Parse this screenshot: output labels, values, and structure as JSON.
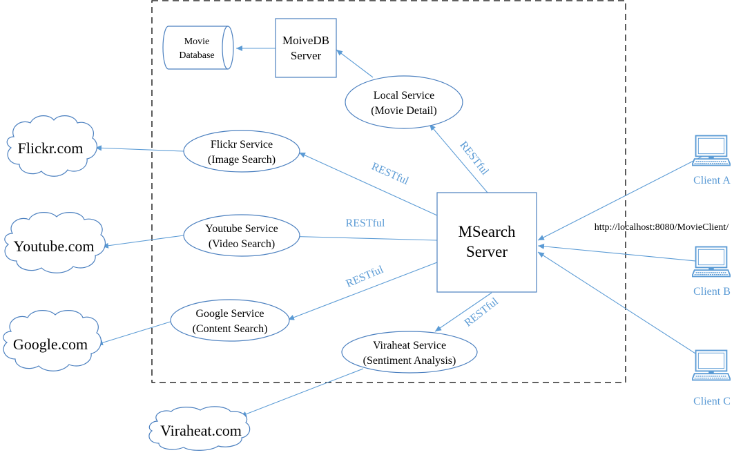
{
  "colors": {
    "line": "#5b9bd5",
    "shape_stroke": "#4a7fbf",
    "client_text": "#5b9bd5",
    "boundary": "#000000"
  },
  "database": {
    "line1": "Movie",
    "line2": "Database",
    "icon": "cylinder-icon"
  },
  "moviedb_server": {
    "line1": "MoiveDB",
    "line2": "Server"
  },
  "services": {
    "local": {
      "line1": "Local Service",
      "line2": "(Movie Detail)"
    },
    "flickr": {
      "line1": "Flickr Service",
      "line2": "(Image Search)"
    },
    "youtube": {
      "line1": "Youtube Service",
      "line2": "(Video Search)"
    },
    "google": {
      "line1": "Google Service",
      "line2": "(Content Search)"
    },
    "viraheat": {
      "line1": "Viraheat Service",
      "line2": "(Sentiment Analysis)"
    }
  },
  "main_server": {
    "line1": "MSearch",
    "line2": "Server"
  },
  "clouds": {
    "flickr": "Flickr.com",
    "youtube": "Youtube.com",
    "google": "Google.com",
    "viraheat": "Viraheat.com"
  },
  "clients": [
    {
      "label": "Client A",
      "icon": "computer-icon"
    },
    {
      "label": "Client B",
      "icon": "computer-icon"
    },
    {
      "label": "Client C",
      "icon": "computer-icon"
    }
  ],
  "edge_labels": {
    "local": "RESTful",
    "flickr": "RESTful",
    "youtube": "RESTful",
    "google": "RESTful",
    "viraheat": "RESTful"
  },
  "client_url": "http://localhost:8080/MovieClient/"
}
